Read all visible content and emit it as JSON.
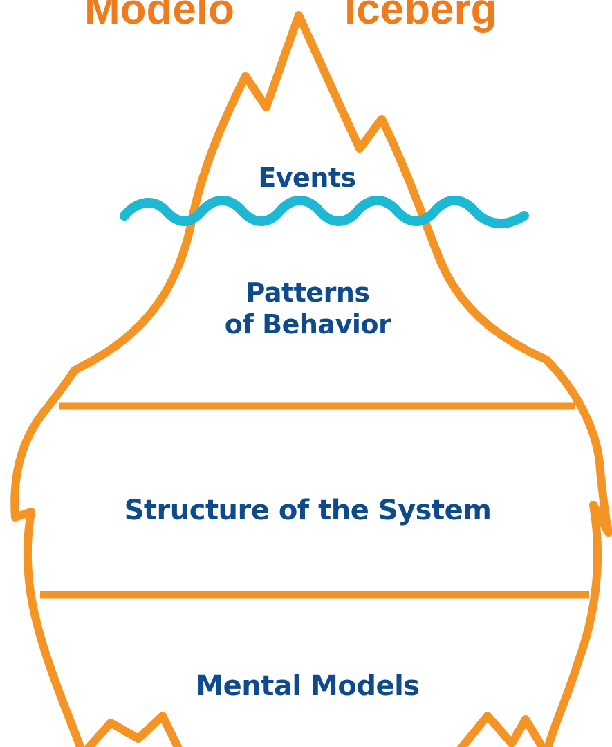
{
  "title": {
    "left_word": "Modelo",
    "right_word": "Iceberg"
  },
  "layers": {
    "events": "Events",
    "patterns_line1": "Patterns",
    "patterns_line2": "of Behavior",
    "structure": "Structure of the System",
    "mental_models": "Mental Models"
  },
  "colors": {
    "outline": "#f39425",
    "waterline": "#1cb8d4",
    "label_text": "#0f4b8c",
    "title_text": "#ee7b1c"
  }
}
